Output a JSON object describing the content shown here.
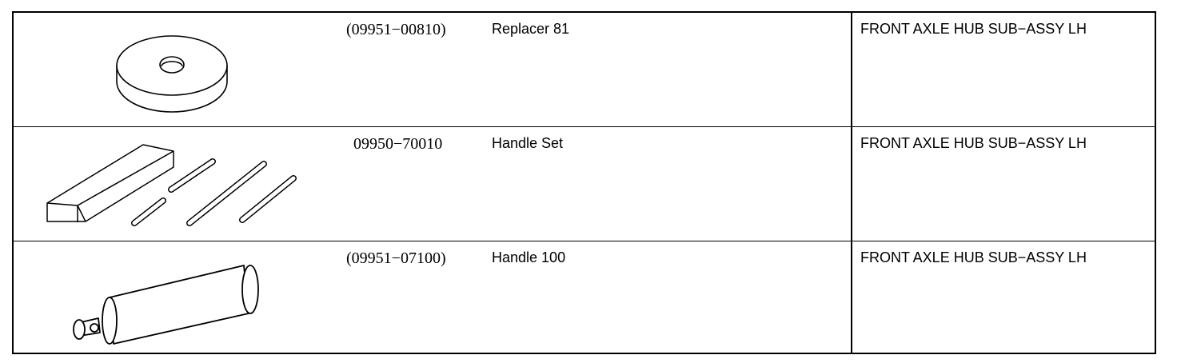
{
  "rows": [
    {
      "part_number": "(09951−00810)",
      "name": "Replacer 81",
      "application": "FRONT AXLE HUB SUB−ASSY LH",
      "illustration": "replacer-disc"
    },
    {
      "part_number": "09950−70010",
      "name": "Handle Set",
      "application": "FRONT AXLE HUB SUB−ASSY LH",
      "illustration": "handle-set"
    },
    {
      "part_number": "(09951−07100)",
      "name": "Handle 100",
      "application": "FRONT AXLE HUB SUB−ASSY LH",
      "illustration": "handle-cylinder"
    }
  ]
}
